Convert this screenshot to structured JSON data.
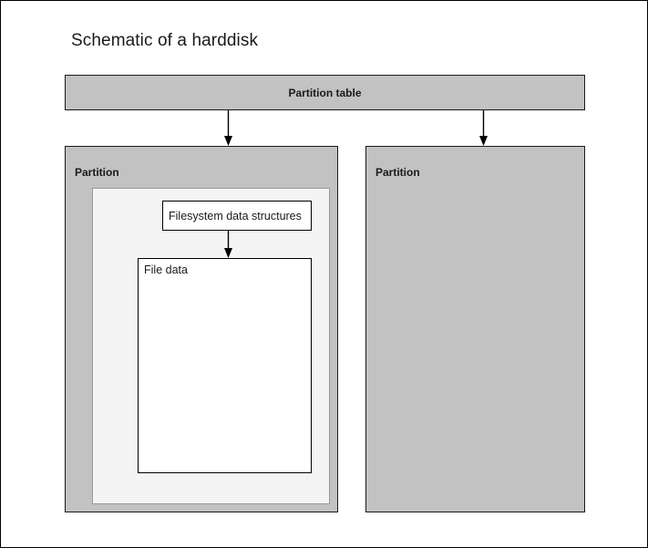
{
  "diagram": {
    "title": "Schematic of a harddisk",
    "partition_table": {
      "label": "Partition table"
    },
    "partitions": [
      {
        "label": "Partition",
        "contents": {
          "filesystem_structures": {
            "label": "Filesystem data structures"
          },
          "file_data": {
            "label": "File data"
          }
        }
      },
      {
        "label": "Partition",
        "contents": null
      }
    ],
    "arrows": [
      {
        "name": "arrow-table-to-partition-1"
      },
      {
        "name": "arrow-table-to-partition-2"
      },
      {
        "name": "arrow-fs-to-file-data"
      }
    ],
    "colors": {
      "partition_fill": "#c2c2c2",
      "filesystem_fill": "#f4f4f4",
      "box_fill": "#ffffff",
      "stroke": "#000000",
      "text": "#1a1a1a"
    }
  }
}
